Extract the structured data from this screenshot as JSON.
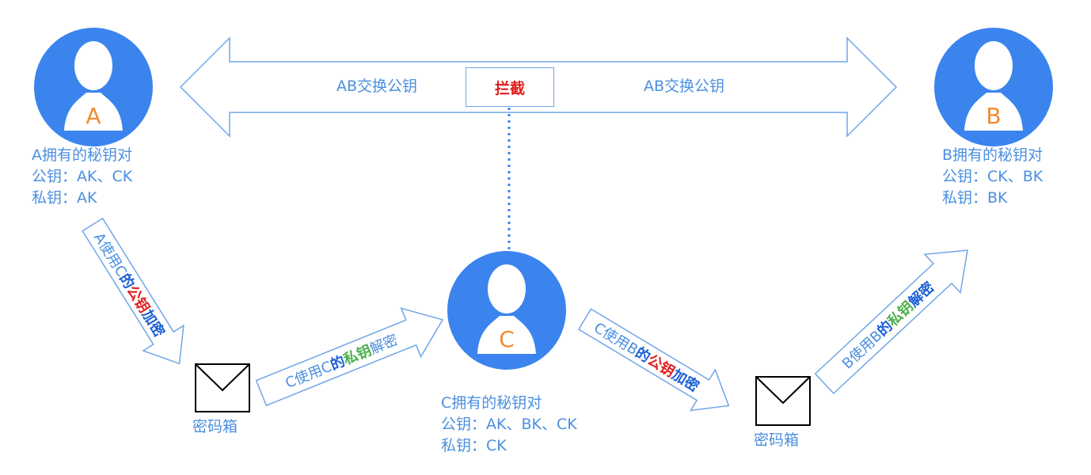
{
  "top_arrow": {
    "left_label": "AB交换公钥",
    "right_label": "AB交换公钥",
    "intercept": "拦截"
  },
  "users": {
    "A": {
      "letter": "A",
      "title": "A拥有的秘钥对",
      "public": "公钥：AK、CK",
      "private": "私钥：AK"
    },
    "B": {
      "letter": "B",
      "title": "B拥有的秘钥对",
      "public": "公钥：CK、BK",
      "private": "私钥：BK"
    },
    "C": {
      "letter": "C",
      "title": "C拥有的秘钥对",
      "public": "公钥：AK、BK、CK",
      "private": "私钥：CK"
    }
  },
  "arrows": [
    {
      "p1": "A使用C",
      "p2": "的",
      "p3": "公钥",
      "p4": "加密"
    },
    {
      "p1": "C使用C",
      "p2": "的",
      "p3": "私钥",
      "p4": "解密"
    },
    {
      "p1": "C使用B",
      "p2": "的",
      "p3": "公钥",
      "p4": "加密"
    },
    {
      "p1": "B使用B",
      "p2": "的",
      "p3": "私钥",
      "p4": "解密"
    }
  ],
  "envelopes": [
    "密码箱",
    "密码箱"
  ],
  "colors": {
    "avatar": "#3b84ee",
    "line": "#6fa6e8",
    "red": "#e01e1e",
    "green": "#4cb04c",
    "orange": "#f08a2c"
  }
}
